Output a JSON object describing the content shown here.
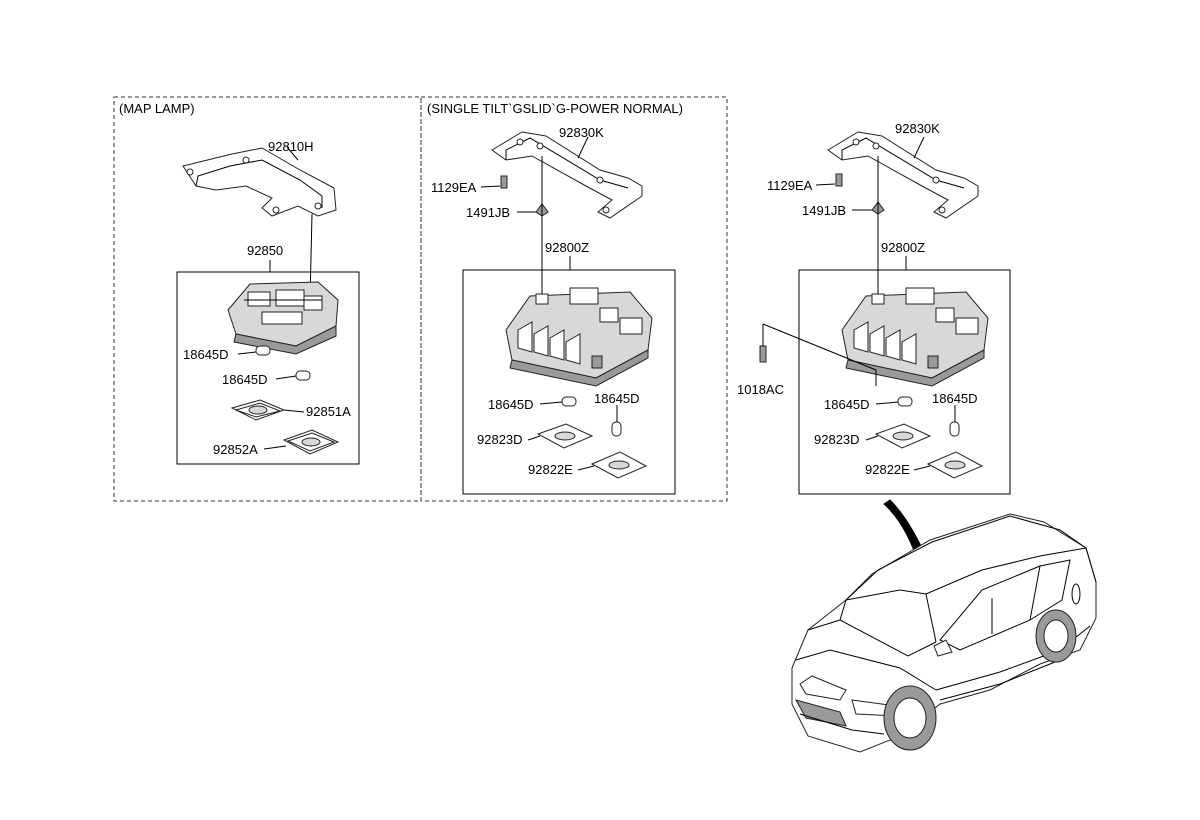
{
  "sections": [
    {
      "title": "(MAP LAMP)",
      "labels": [
        "92810H",
        "92850",
        "18645D",
        "18645D",
        "92851A",
        "92852A"
      ]
    },
    {
      "title": "(SINGLE TILT`GSLID`G-POWER NORMAL)",
      "labels": [
        "92830K",
        "1129EA",
        "1491JB",
        "92800Z",
        "18645D",
        "18645D",
        "92823D",
        "92822E"
      ]
    },
    {
      "title": "",
      "labels": [
        "92830K",
        "1129EA",
        "1491JB",
        "92800Z",
        "1018AC",
        "18645D",
        "18645D",
        "92823D",
        "92822E"
      ]
    }
  ]
}
